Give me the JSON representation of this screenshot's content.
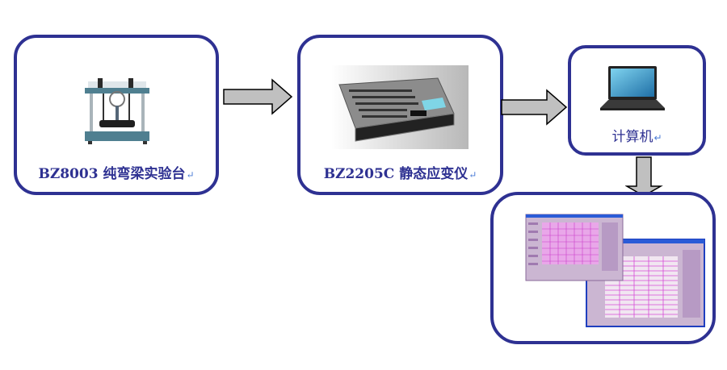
{
  "colors": {
    "border": "#2e3192",
    "arrow_fill": "#c0c0c0",
    "arrow_stroke": "#000000",
    "text": "#2e3192"
  },
  "nodes": [
    {
      "id": "bending-beam-rig",
      "label": "BZ8003 纯弯梁实验台",
      "mark": "↵",
      "image": "bending-beam-apparatus"
    },
    {
      "id": "strain-meter",
      "label": "BZ2205C 静态应变仪",
      "mark": "↵",
      "image": "static-strain-indicator-case"
    },
    {
      "id": "computer",
      "label": "计算机",
      "mark": "↵",
      "image": "laptop"
    },
    {
      "id": "software",
      "label": "",
      "image": "software-screenshots"
    }
  ],
  "arrows": [
    {
      "from": "bending-beam-rig",
      "to": "strain-meter",
      "direction": "right"
    },
    {
      "from": "strain-meter",
      "to": "computer",
      "direction": "right"
    },
    {
      "from": "computer",
      "to": "software",
      "direction": "down"
    }
  ]
}
